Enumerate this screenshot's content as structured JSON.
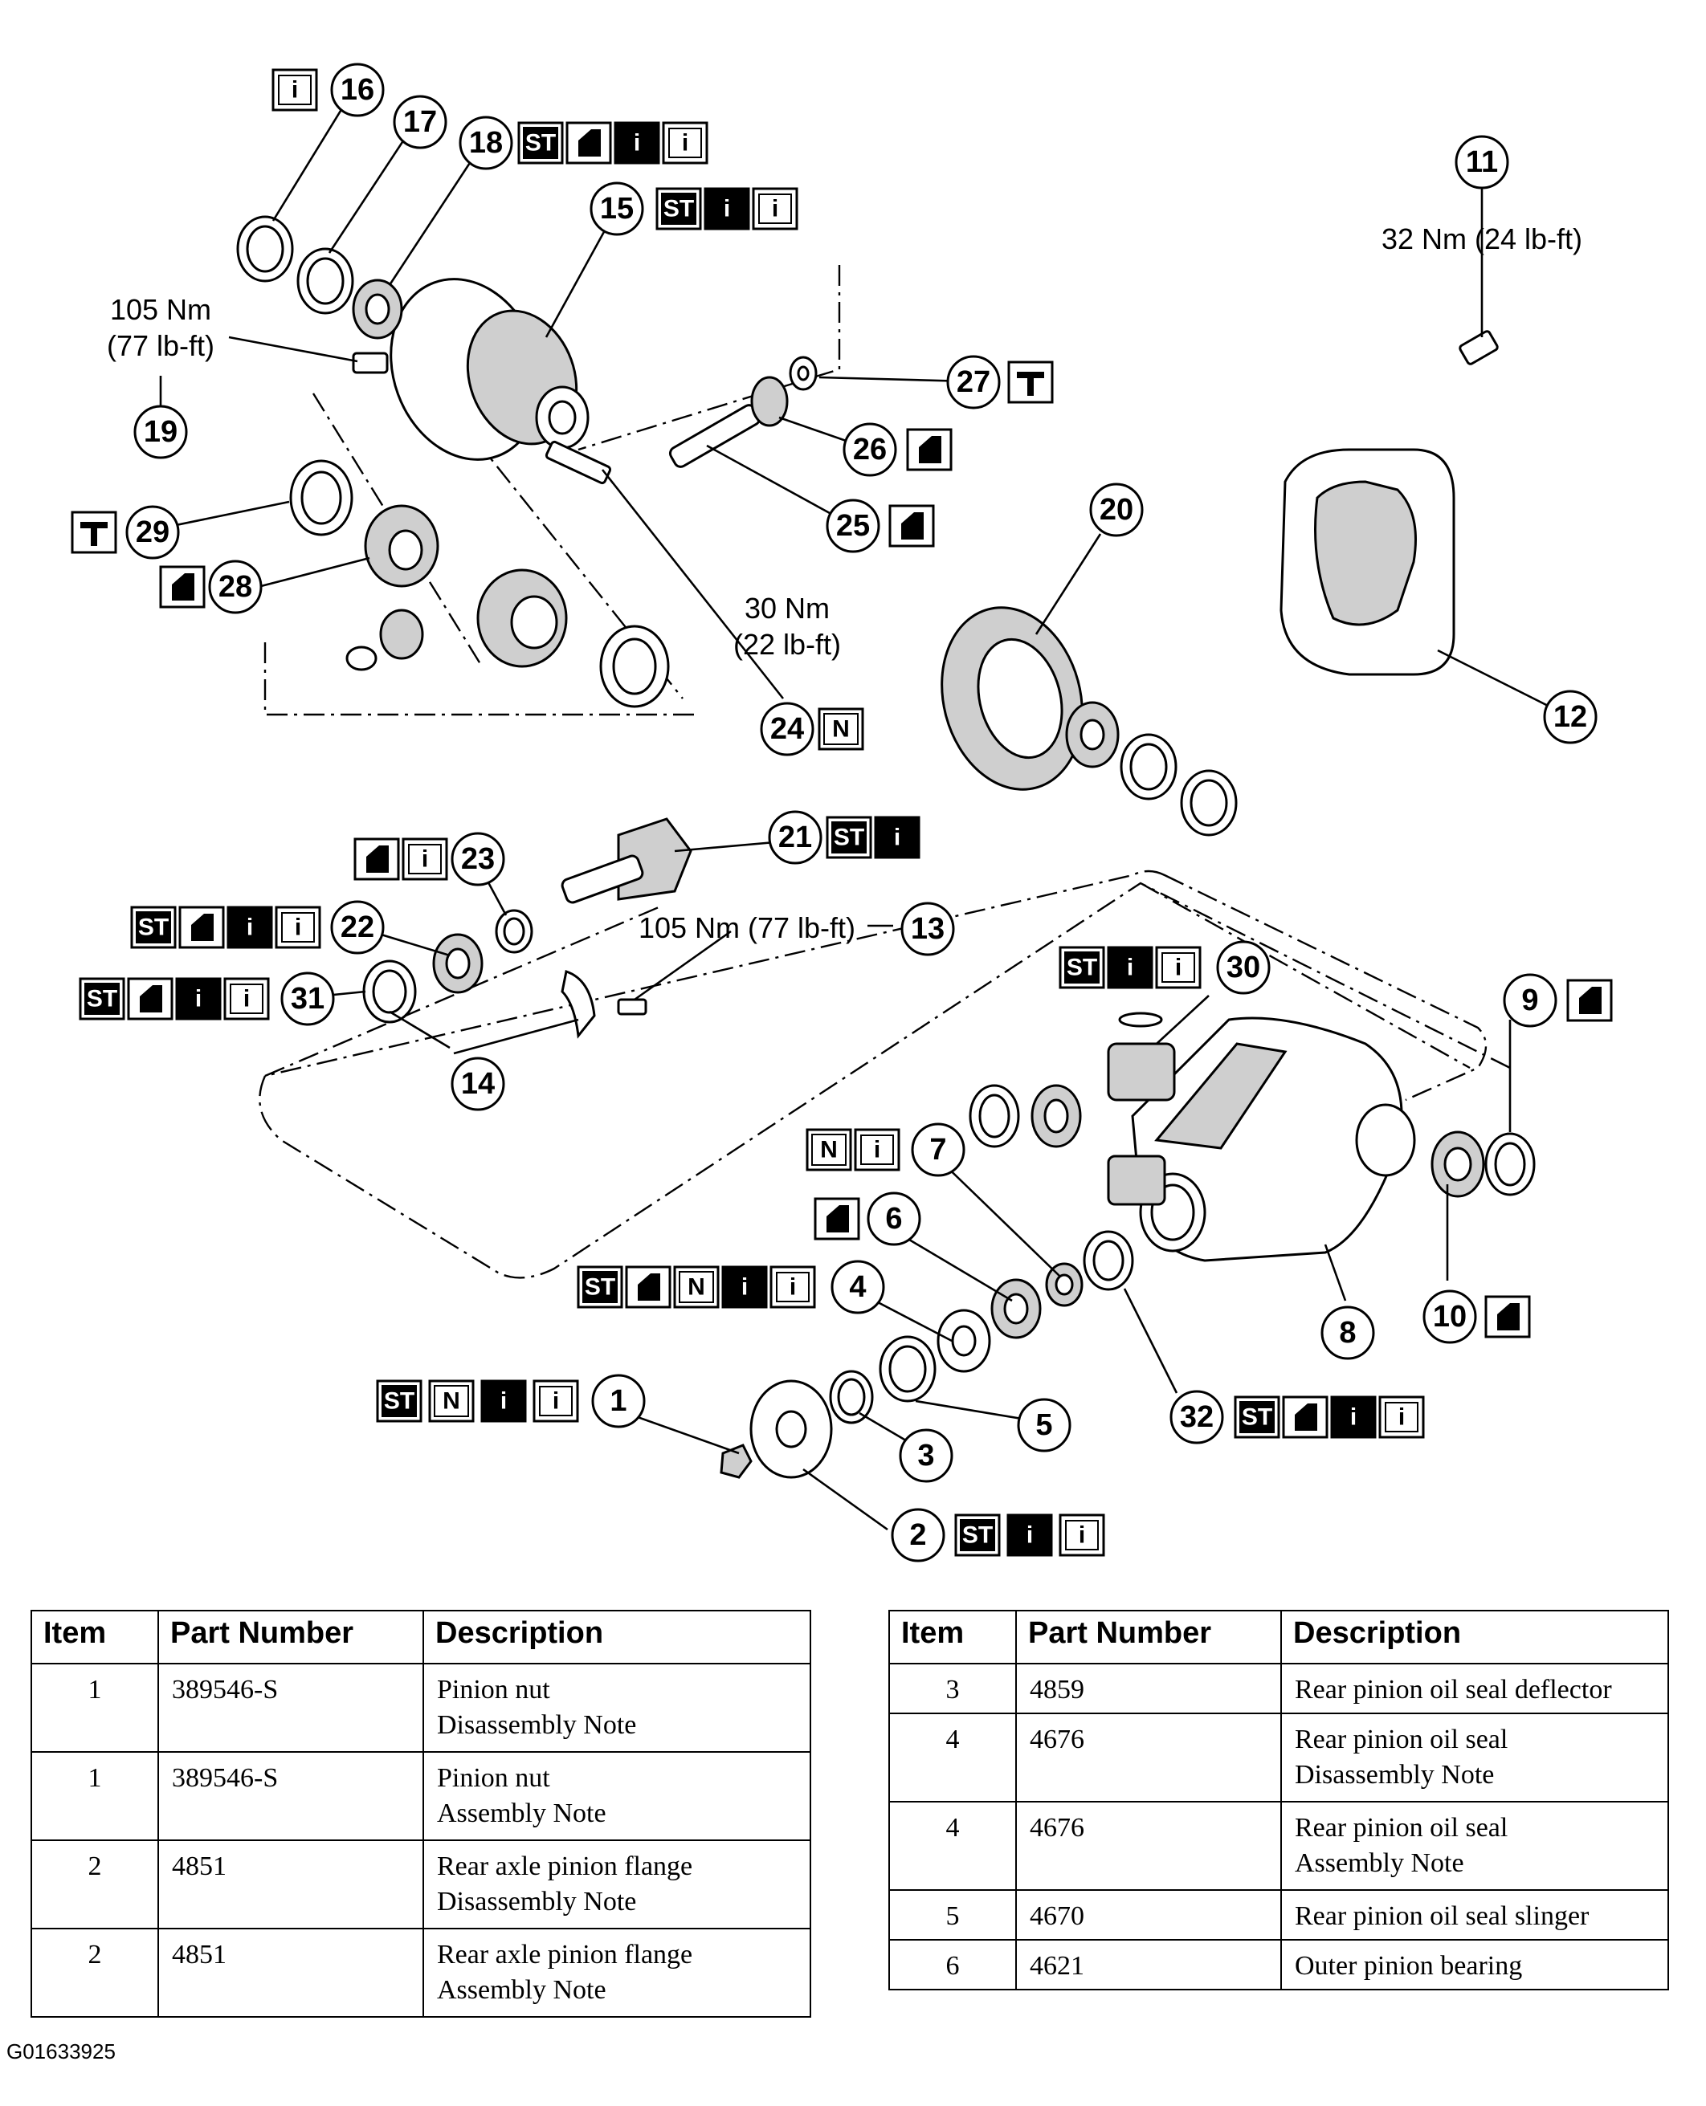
{
  "figure_id": "G01633925",
  "torque_specs": {
    "t11": "32 Nm (24 lb-ft)",
    "t19_line1": "105 Nm",
    "t19_line2": "(77 lb-ft)",
    "t24_line1": "30 Nm",
    "t24_line2": "(22 lb-ft)",
    "t13": "105 Nm (77 lb-ft)"
  },
  "symbol_labels": {
    "special_tool": "ST",
    "new_part": "N",
    "info": "i"
  },
  "callout_labels": [
    "1",
    "2",
    "3",
    "4",
    "5",
    "6",
    "7",
    "8",
    "9",
    "10",
    "11",
    "12",
    "13",
    "14",
    "15",
    "16",
    "17",
    "18",
    "19",
    "20",
    "21",
    "22",
    "23",
    "24",
    "25",
    "26",
    "27",
    "28",
    "29",
    "30",
    "31",
    "32"
  ],
  "table_left": {
    "headers": {
      "item": "Item",
      "part_number": "Part Number",
      "description": "Description"
    },
    "rows": [
      {
        "item": "1",
        "part_number": "389546-S",
        "description": "Pinion nut",
        "note": "Disassembly Note"
      },
      {
        "item": "1",
        "part_number": "389546-S",
        "description": "Pinion nut",
        "note": "Assembly Note"
      },
      {
        "item": "2",
        "part_number": "4851",
        "description": "Rear axle pinion flange",
        "note": "Disassembly Note"
      },
      {
        "item": "2",
        "part_number": "4851",
        "description": "Rear axle pinion flange",
        "note": "Assembly Note"
      }
    ]
  },
  "table_right": {
    "headers": {
      "item": "Item",
      "part_number": "Part Number",
      "description": "Description"
    },
    "rows": [
      {
        "item": "3",
        "part_number": "4859",
        "description": "Rear pinion oil seal deflector",
        "note": ""
      },
      {
        "item": "4",
        "part_number": "4676",
        "description": "Rear pinion oil seal",
        "note": "Disassembly Note"
      },
      {
        "item": "4",
        "part_number": "4676",
        "description": "Rear pinion oil seal",
        "note": "Assembly Note"
      },
      {
        "item": "5",
        "part_number": "4670",
        "description": "Rear pinion oil seal slinger",
        "note": ""
      },
      {
        "item": "6",
        "part_number": "4621",
        "description": "Outer pinion bearing",
        "note": ""
      }
    ]
  }
}
